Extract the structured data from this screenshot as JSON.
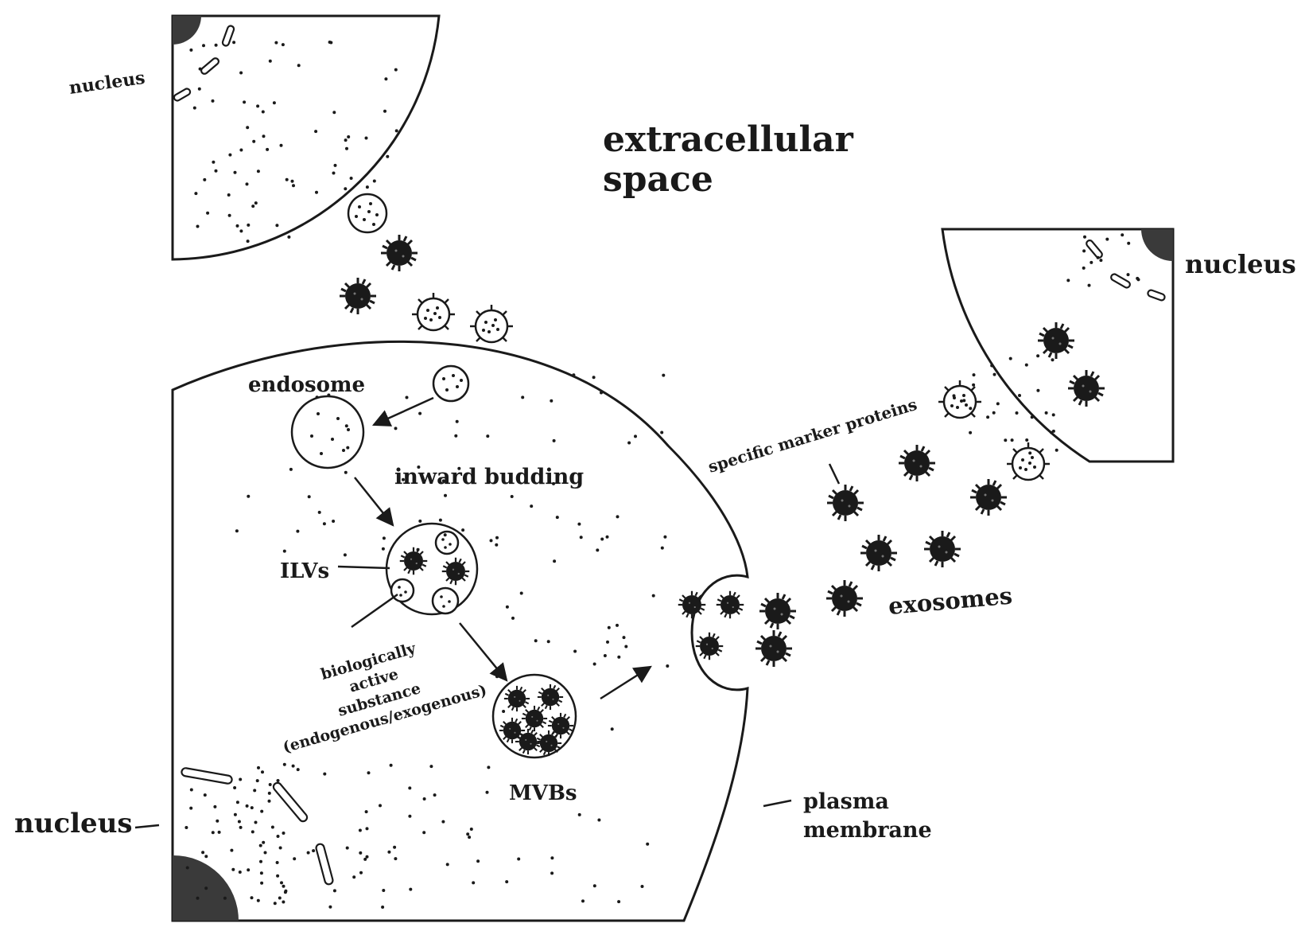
{
  "labels": {
    "extracellular": [
      "extracellular",
      "space"
    ],
    "nucleus_top_left": "nucleus",
    "nucleus_right": "nucleus",
    "nucleus_bottom": "nucleus",
    "endosome": "endosome",
    "inward_budding": "inward budding",
    "ilvs": "ILVs",
    "bio_substance": [
      "biologically",
      "active",
      "substance",
      "(endogenous/exogenous)"
    ],
    "mvbs": "MVBs",
    "plasma_membrane": [
      "plasma",
      "membrane"
    ],
    "specific_marker_proteins": "specific marker proteins",
    "exosomes": "exosomes"
  },
  "colors": {
    "ink": "#1a1a1a",
    "nucleus_fill": "#3a3a3a",
    "background": "#ffffff"
  }
}
